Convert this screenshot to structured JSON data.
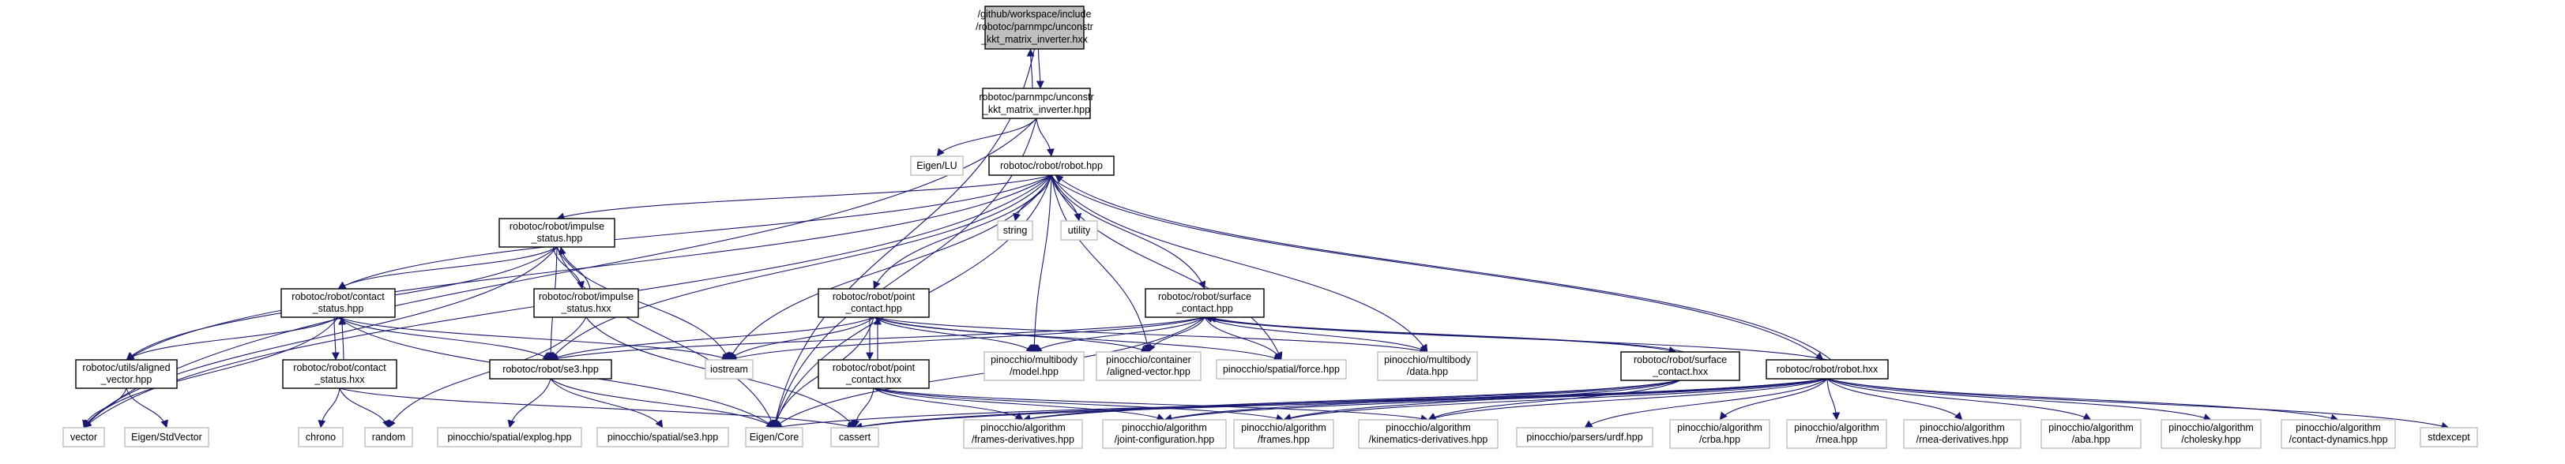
{
  "diagram": {
    "type": "doxygen-include-dependency-graph",
    "edge_color": "#191970",
    "main_node_fill": "#bfbfbf",
    "external_node_border": "#bfbfbf",
    "nodes": [
      {
        "id": "n_hxx_main",
        "kind": "main",
        "lines": [
          "/github/workspace/include",
          "/robotoc/parnmpc/unconstr",
          "_kkt_matrix_inverter.hxx"
        ]
      },
      {
        "id": "n_hpp",
        "kind": "file",
        "lines": [
          "robotoc/parnmpc/unconstr",
          "_kkt_matrix_inverter.hpp"
        ]
      },
      {
        "id": "n_eigen_lu",
        "kind": "ext",
        "lines": [
          "Eigen/LU"
        ]
      },
      {
        "id": "n_robot_hpp",
        "kind": "file",
        "lines": [
          "robotoc/robot/robot.hpp"
        ]
      },
      {
        "id": "n_string",
        "kind": "ext",
        "lines": [
          "string"
        ]
      },
      {
        "id": "n_utility",
        "kind": "ext",
        "lines": [
          "utility"
        ]
      },
      {
        "id": "n_impulse_hpp",
        "kind": "file",
        "lines": [
          "robotoc/robot/impulse",
          "_status.hpp"
        ]
      },
      {
        "id": "n_impulse_hxx",
        "kind": "file",
        "lines": [
          "robotoc/robot/impulse",
          "_status.hxx"
        ]
      },
      {
        "id": "n_contact_hpp",
        "kind": "file",
        "lines": [
          "robotoc/robot/contact",
          "_status.hpp"
        ]
      },
      {
        "id": "n_contact_hxx",
        "kind": "file",
        "lines": [
          "robotoc/robot/contact",
          "_status.hxx"
        ]
      },
      {
        "id": "n_aligned",
        "kind": "file",
        "lines": [
          "robotoc/utils/aligned",
          "_vector.hpp"
        ]
      },
      {
        "id": "n_point_hpp",
        "kind": "file",
        "lines": [
          "robotoc/robot/point",
          "_contact.hpp"
        ]
      },
      {
        "id": "n_point_hxx",
        "kind": "file",
        "lines": [
          "robotoc/robot/point",
          "_contact.hxx"
        ]
      },
      {
        "id": "n_surface_hpp",
        "kind": "file",
        "lines": [
          "robotoc/robot/surface",
          "_contact.hpp"
        ]
      },
      {
        "id": "n_surface_hxx",
        "kind": "file",
        "lines": [
          "robotoc/robot/surface",
          "_contact.hxx"
        ]
      },
      {
        "id": "n_se3",
        "kind": "file",
        "lines": [
          "robotoc/robot/se3.hpp"
        ]
      },
      {
        "id": "n_robot_hxx",
        "kind": "file",
        "lines": [
          "robotoc/robot/robot.hxx"
        ]
      },
      {
        "id": "n_iostream",
        "kind": "ext",
        "lines": [
          "iostream"
        ]
      },
      {
        "id": "n_model",
        "kind": "ext",
        "lines": [
          "pinocchio/multibody",
          "/model.hpp"
        ]
      },
      {
        "id": "n_aligned_vec",
        "kind": "ext",
        "lines": [
          "pinocchio/container",
          "/aligned-vector.hpp"
        ]
      },
      {
        "id": "n_force",
        "kind": "ext",
        "lines": [
          "pinocchio/spatial/force.hpp"
        ]
      },
      {
        "id": "n_data",
        "kind": "ext",
        "lines": [
          "pinocchio/multibody",
          "/data.hpp"
        ]
      },
      {
        "id": "n_vector",
        "kind": "ext",
        "lines": [
          "vector"
        ]
      },
      {
        "id": "n_stdvector",
        "kind": "ext",
        "lines": [
          "Eigen/StdVector"
        ]
      },
      {
        "id": "n_chrono",
        "kind": "ext",
        "lines": [
          "chrono"
        ]
      },
      {
        "id": "n_random",
        "kind": "ext",
        "lines": [
          "random"
        ]
      },
      {
        "id": "n_explog",
        "kind": "ext",
        "lines": [
          "pinocchio/spatial/explog.hpp"
        ]
      },
      {
        "id": "n_se3p",
        "kind": "ext",
        "lines": [
          "pinocchio/spatial/se3.hpp"
        ]
      },
      {
        "id": "n_eigen_core",
        "kind": "ext",
        "lines": [
          "Eigen/Core"
        ]
      },
      {
        "id": "n_cassert",
        "kind": "ext",
        "lines": [
          "cassert"
        ]
      },
      {
        "id": "n_frames_deriv",
        "kind": "ext",
        "lines": [
          "pinocchio/algorithm",
          "/frames-derivatives.hpp"
        ]
      },
      {
        "id": "n_joint_conf",
        "kind": "ext",
        "lines": [
          "pinocchio/algorithm",
          "/joint-configuration.hpp"
        ]
      },
      {
        "id": "n_frames",
        "kind": "ext",
        "lines": [
          "pinocchio/algorithm",
          "/frames.hpp"
        ]
      },
      {
        "id": "n_kin_deriv",
        "kind": "ext",
        "lines": [
          "pinocchio/algorithm",
          "/kinematics-derivatives.hpp"
        ]
      },
      {
        "id": "n_urdf",
        "kind": "ext",
        "lines": [
          "pinocchio/parsers/urdf.hpp"
        ]
      },
      {
        "id": "n_crba",
        "kind": "ext",
        "lines": [
          "pinocchio/algorithm",
          "/crba.hpp"
        ]
      },
      {
        "id": "n_rnea",
        "kind": "ext",
        "lines": [
          "pinocchio/algorithm",
          "/rnea.hpp"
        ]
      },
      {
        "id": "n_rnea_deriv",
        "kind": "ext",
        "lines": [
          "pinocchio/algorithm",
          "/rnea-derivatives.hpp"
        ]
      },
      {
        "id": "n_aba",
        "kind": "ext",
        "lines": [
          "pinocchio/algorithm",
          "/aba.hpp"
        ]
      },
      {
        "id": "n_cholesky",
        "kind": "ext",
        "lines": [
          "pinocchio/algorithm",
          "/cholesky.hpp"
        ]
      },
      {
        "id": "n_contact_dyn",
        "kind": "ext",
        "lines": [
          "pinocchio/algorithm",
          "/contact-dynamics.hpp"
        ]
      },
      {
        "id": "n_stdexcept",
        "kind": "ext",
        "lines": [
          "stdexcept"
        ]
      }
    ],
    "edges": [
      [
        "n_hxx_main",
        "n_hpp"
      ],
      [
        "n_hpp",
        "n_hxx_main"
      ],
      [
        "n_hxx_main",
        "n_eigen_core"
      ],
      [
        "n_hpp",
        "n_vector"
      ],
      [
        "n_hpp",
        "n_eigen_lu"
      ],
      [
        "n_hpp",
        "n_robot_hpp"
      ],
      [
        "n_hpp",
        "n_eigen_core"
      ],
      [
        "n_robot_hpp",
        "n_string"
      ],
      [
        "n_robot_hpp",
        "n_utility"
      ],
      [
        "n_robot_hpp",
        "n_impulse_hpp"
      ],
      [
        "n_robot_hpp",
        "n_contact_hpp"
      ],
      [
        "n_robot_hpp",
        "n_aligned"
      ],
      [
        "n_robot_hpp",
        "n_point_hpp"
      ],
      [
        "n_robot_hpp",
        "n_surface_hpp"
      ],
      [
        "n_robot_hpp",
        "n_se3"
      ],
      [
        "n_robot_hpp",
        "n_robot_hxx"
      ],
      [
        "n_robot_hpp",
        "n_iostream"
      ],
      [
        "n_robot_hpp",
        "n_model"
      ],
      [
        "n_robot_hpp",
        "n_aligned_vec"
      ],
      [
        "n_robot_hpp",
        "n_force"
      ],
      [
        "n_robot_hpp",
        "n_data"
      ],
      [
        "n_robot_hpp",
        "n_vector"
      ],
      [
        "n_robot_hpp",
        "n_eigen_core"
      ],
      [
        "n_impulse_hpp",
        "n_impulse_hxx"
      ],
      [
        "n_impulse_hxx",
        "n_impulse_hpp"
      ],
      [
        "n_impulse_hpp",
        "n_contact_hpp"
      ],
      [
        "n_impulse_hpp",
        "n_aligned"
      ],
      [
        "n_impulse_hpp",
        "n_se3"
      ],
      [
        "n_impulse_hpp",
        "n_iostream"
      ],
      [
        "n_impulse_hpp",
        "n_vector"
      ],
      [
        "n_impulse_hpp",
        "n_eigen_core"
      ],
      [
        "n_impulse_hxx",
        "n_random"
      ],
      [
        "n_impulse_hxx",
        "n_cassert"
      ],
      [
        "n_contact_hpp",
        "n_contact_hxx"
      ],
      [
        "n_contact_hxx",
        "n_contact_hpp"
      ],
      [
        "n_contact_hpp",
        "n_aligned"
      ],
      [
        "n_contact_hpp",
        "n_se3"
      ],
      [
        "n_contact_hpp",
        "n_iostream"
      ],
      [
        "n_contact_hpp",
        "n_vector"
      ],
      [
        "n_contact_hpp",
        "n_eigen_core"
      ],
      [
        "n_contact_hxx",
        "n_chrono"
      ],
      [
        "n_contact_hxx",
        "n_random"
      ],
      [
        "n_contact_hxx",
        "n_cassert"
      ],
      [
        "n_aligned",
        "n_vector"
      ],
      [
        "n_aligned",
        "n_stdvector"
      ],
      [
        "n_point_hpp",
        "n_point_hxx"
      ],
      [
        "n_point_hxx",
        "n_point_hpp"
      ],
      [
        "n_point_hpp",
        "n_se3"
      ],
      [
        "n_point_hpp",
        "n_iostream"
      ],
      [
        "n_point_hpp",
        "n_model"
      ],
      [
        "n_point_hpp",
        "n_aligned_vec"
      ],
      [
        "n_point_hpp",
        "n_force"
      ],
      [
        "n_point_hpp",
        "n_data"
      ],
      [
        "n_point_hpp",
        "n_eigen_core"
      ],
      [
        "n_point_hxx",
        "n_cassert"
      ],
      [
        "n_point_hxx",
        "n_frames_deriv"
      ],
      [
        "n_point_hxx",
        "n_joint_conf"
      ],
      [
        "n_point_hxx",
        "n_frames"
      ],
      [
        "n_point_hxx",
        "n_kin_deriv"
      ],
      [
        "n_surface_hpp",
        "n_surface_hxx"
      ],
      [
        "n_surface_hxx",
        "n_surface_hpp"
      ],
      [
        "n_surface_hpp",
        "n_se3"
      ],
      [
        "n_surface_hpp",
        "n_iostream"
      ],
      [
        "n_surface_hpp",
        "n_model"
      ],
      [
        "n_surface_hpp",
        "n_aligned_vec"
      ],
      [
        "n_surface_hpp",
        "n_force"
      ],
      [
        "n_surface_hpp",
        "n_data"
      ],
      [
        "n_surface_hpp",
        "n_eigen_core"
      ],
      [
        "n_surface_hxx",
        "n_cassert"
      ],
      [
        "n_surface_hxx",
        "n_frames_deriv"
      ],
      [
        "n_surface_hxx",
        "n_joint_conf"
      ],
      [
        "n_surface_hxx",
        "n_frames"
      ],
      [
        "n_surface_hxx",
        "n_kin_deriv"
      ],
      [
        "n_se3",
        "n_explog"
      ],
      [
        "n_se3",
        "n_se3p"
      ],
      [
        "n_se3",
        "n_eigen_core"
      ],
      [
        "n_robot_hxx",
        "n_robot_hpp"
      ],
      [
        "n_robot_hxx",
        "n_surface_hpp"
      ],
      [
        "n_robot_hxx",
        "n_eigen_core"
      ],
      [
        "n_robot_hxx",
        "n_cassert"
      ],
      [
        "n_robot_hxx",
        "n_frames_deriv"
      ],
      [
        "n_robot_hxx",
        "n_joint_conf"
      ],
      [
        "n_robot_hxx",
        "n_frames"
      ],
      [
        "n_robot_hxx",
        "n_kin_deriv"
      ],
      [
        "n_robot_hxx",
        "n_urdf"
      ],
      [
        "n_robot_hxx",
        "n_crba"
      ],
      [
        "n_robot_hxx",
        "n_rnea"
      ],
      [
        "n_robot_hxx",
        "n_rnea_deriv"
      ],
      [
        "n_robot_hxx",
        "n_aba"
      ],
      [
        "n_robot_hxx",
        "n_cholesky"
      ],
      [
        "n_robot_hxx",
        "n_contact_dyn"
      ],
      [
        "n_robot_hxx",
        "n_stdexcept"
      ]
    ]
  }
}
